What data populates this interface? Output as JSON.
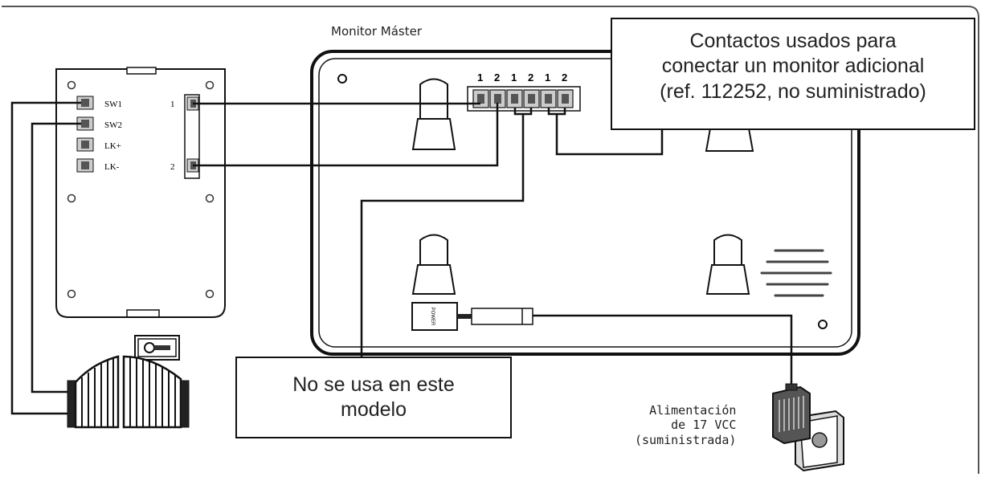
{
  "monitor": {
    "title": "Monitor Máster",
    "pin_labels": [
      "1",
      "2",
      "1",
      "2",
      "1",
      "2"
    ],
    "power_connector_label": "POWER"
  },
  "outdoor_panel": {
    "terminals": [
      "SW1",
      "SW2",
      "LK+",
      "LK-"
    ],
    "connectors": [
      "1",
      "2"
    ]
  },
  "callouts": {
    "contacts": {
      "line1": "Contactos usados para",
      "line2": "conectar un monitor adicional",
      "line3": "(ref. 112252, no suministrado)"
    },
    "unused": {
      "line1": "No se usa en este",
      "line2": "modelo"
    }
  },
  "power": {
    "line1": "Alimentación",
    "line2": "de 17 VCC",
    "line3": "(suministrada)"
  },
  "colors": {
    "line": "#111111",
    "fill_grey": "#cfcfcf",
    "dark_grey": "#444444"
  }
}
